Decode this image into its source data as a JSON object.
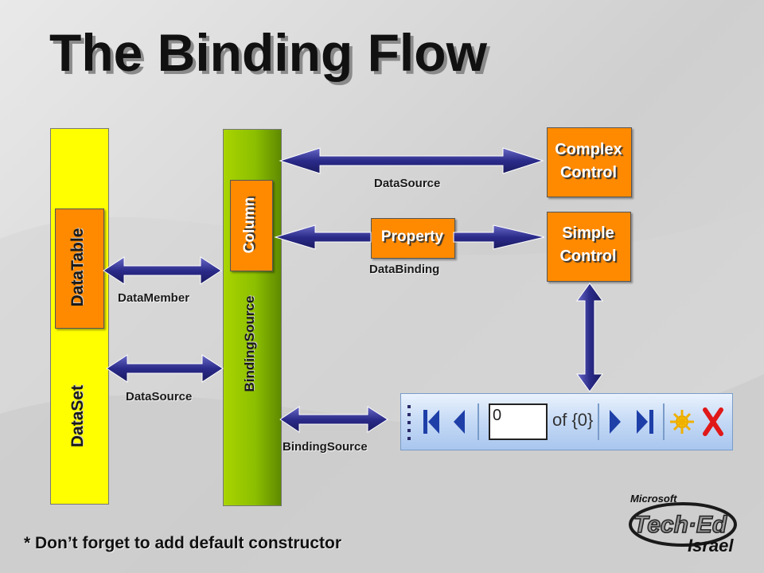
{
  "title": "The Binding Flow",
  "boxes": {
    "dataset": "DataSet",
    "datatable": "DataTable",
    "binding_source": "BindingSource",
    "column": "Column",
    "property": "Property",
    "complex_control_line1": "Complex",
    "complex_control_line2": "Control",
    "simple_control_line1": "Simple",
    "simple_control_line2": "Control"
  },
  "labels": {
    "data_member": "DataMember",
    "data_source_left": "DataSource",
    "data_source_top": "DataSource",
    "data_binding": "DataBinding",
    "binding_source_bottom": "BindingSource"
  },
  "navigator": {
    "position_value": "0",
    "count_text": "of {0}",
    "icons": [
      "separator-grip-icon",
      "move-first-icon",
      "move-previous-icon",
      "move-next-icon",
      "move-last-icon",
      "add-new-icon",
      "delete-icon"
    ]
  },
  "footnote": "* Don’t forget to add default constructor",
  "logo": {
    "line1": "Microsoft",
    "line2": "Tech·Ed",
    "line3": "Israel"
  },
  "colors": {
    "arrow": "#2b2b8a",
    "orange_box": "#ff8a00",
    "dataset_bar": "#ffff00",
    "binding_source_bar": "#8cbf00"
  }
}
